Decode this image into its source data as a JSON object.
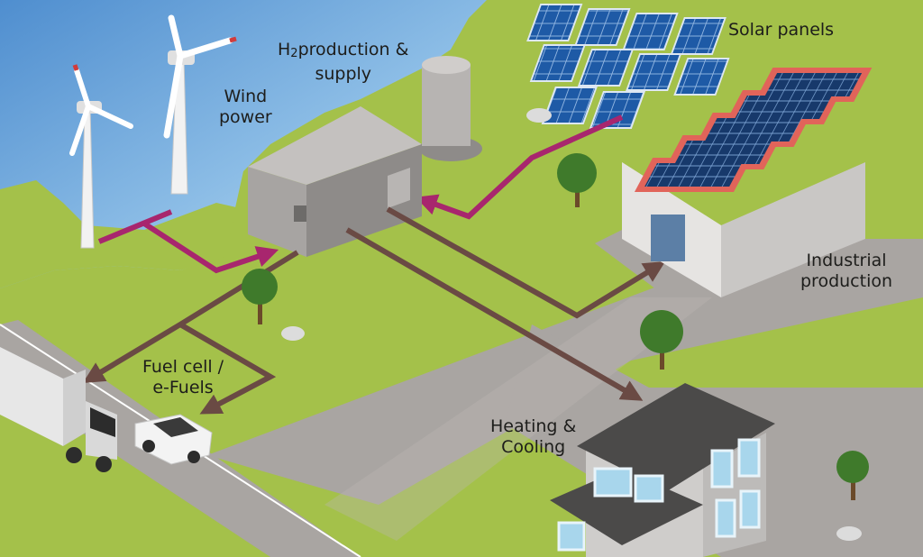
{
  "labels": {
    "wind": [
      "Wind",
      "power"
    ],
    "h2_prefix": "H",
    "h2_sub": "2",
    "h2_line1_rest": "production &",
    "h2_line2": "supply",
    "solar": "Solar panels",
    "industrial": [
      "Industrial",
      "production"
    ],
    "fuel": [
      "Fuel cell /",
      "e-Fuels"
    ],
    "heating": [
      "Heating &",
      "Cooling"
    ]
  },
  "colors": {
    "water": "#5a9bd1",
    "grass": "#a4c14a",
    "road": "#a9a5a2",
    "hydrogen_flow": "#a8266e",
    "energy_flow": "#6a4a44",
    "roof": "#e1645a",
    "solar_cell": "#1e5aa6"
  }
}
